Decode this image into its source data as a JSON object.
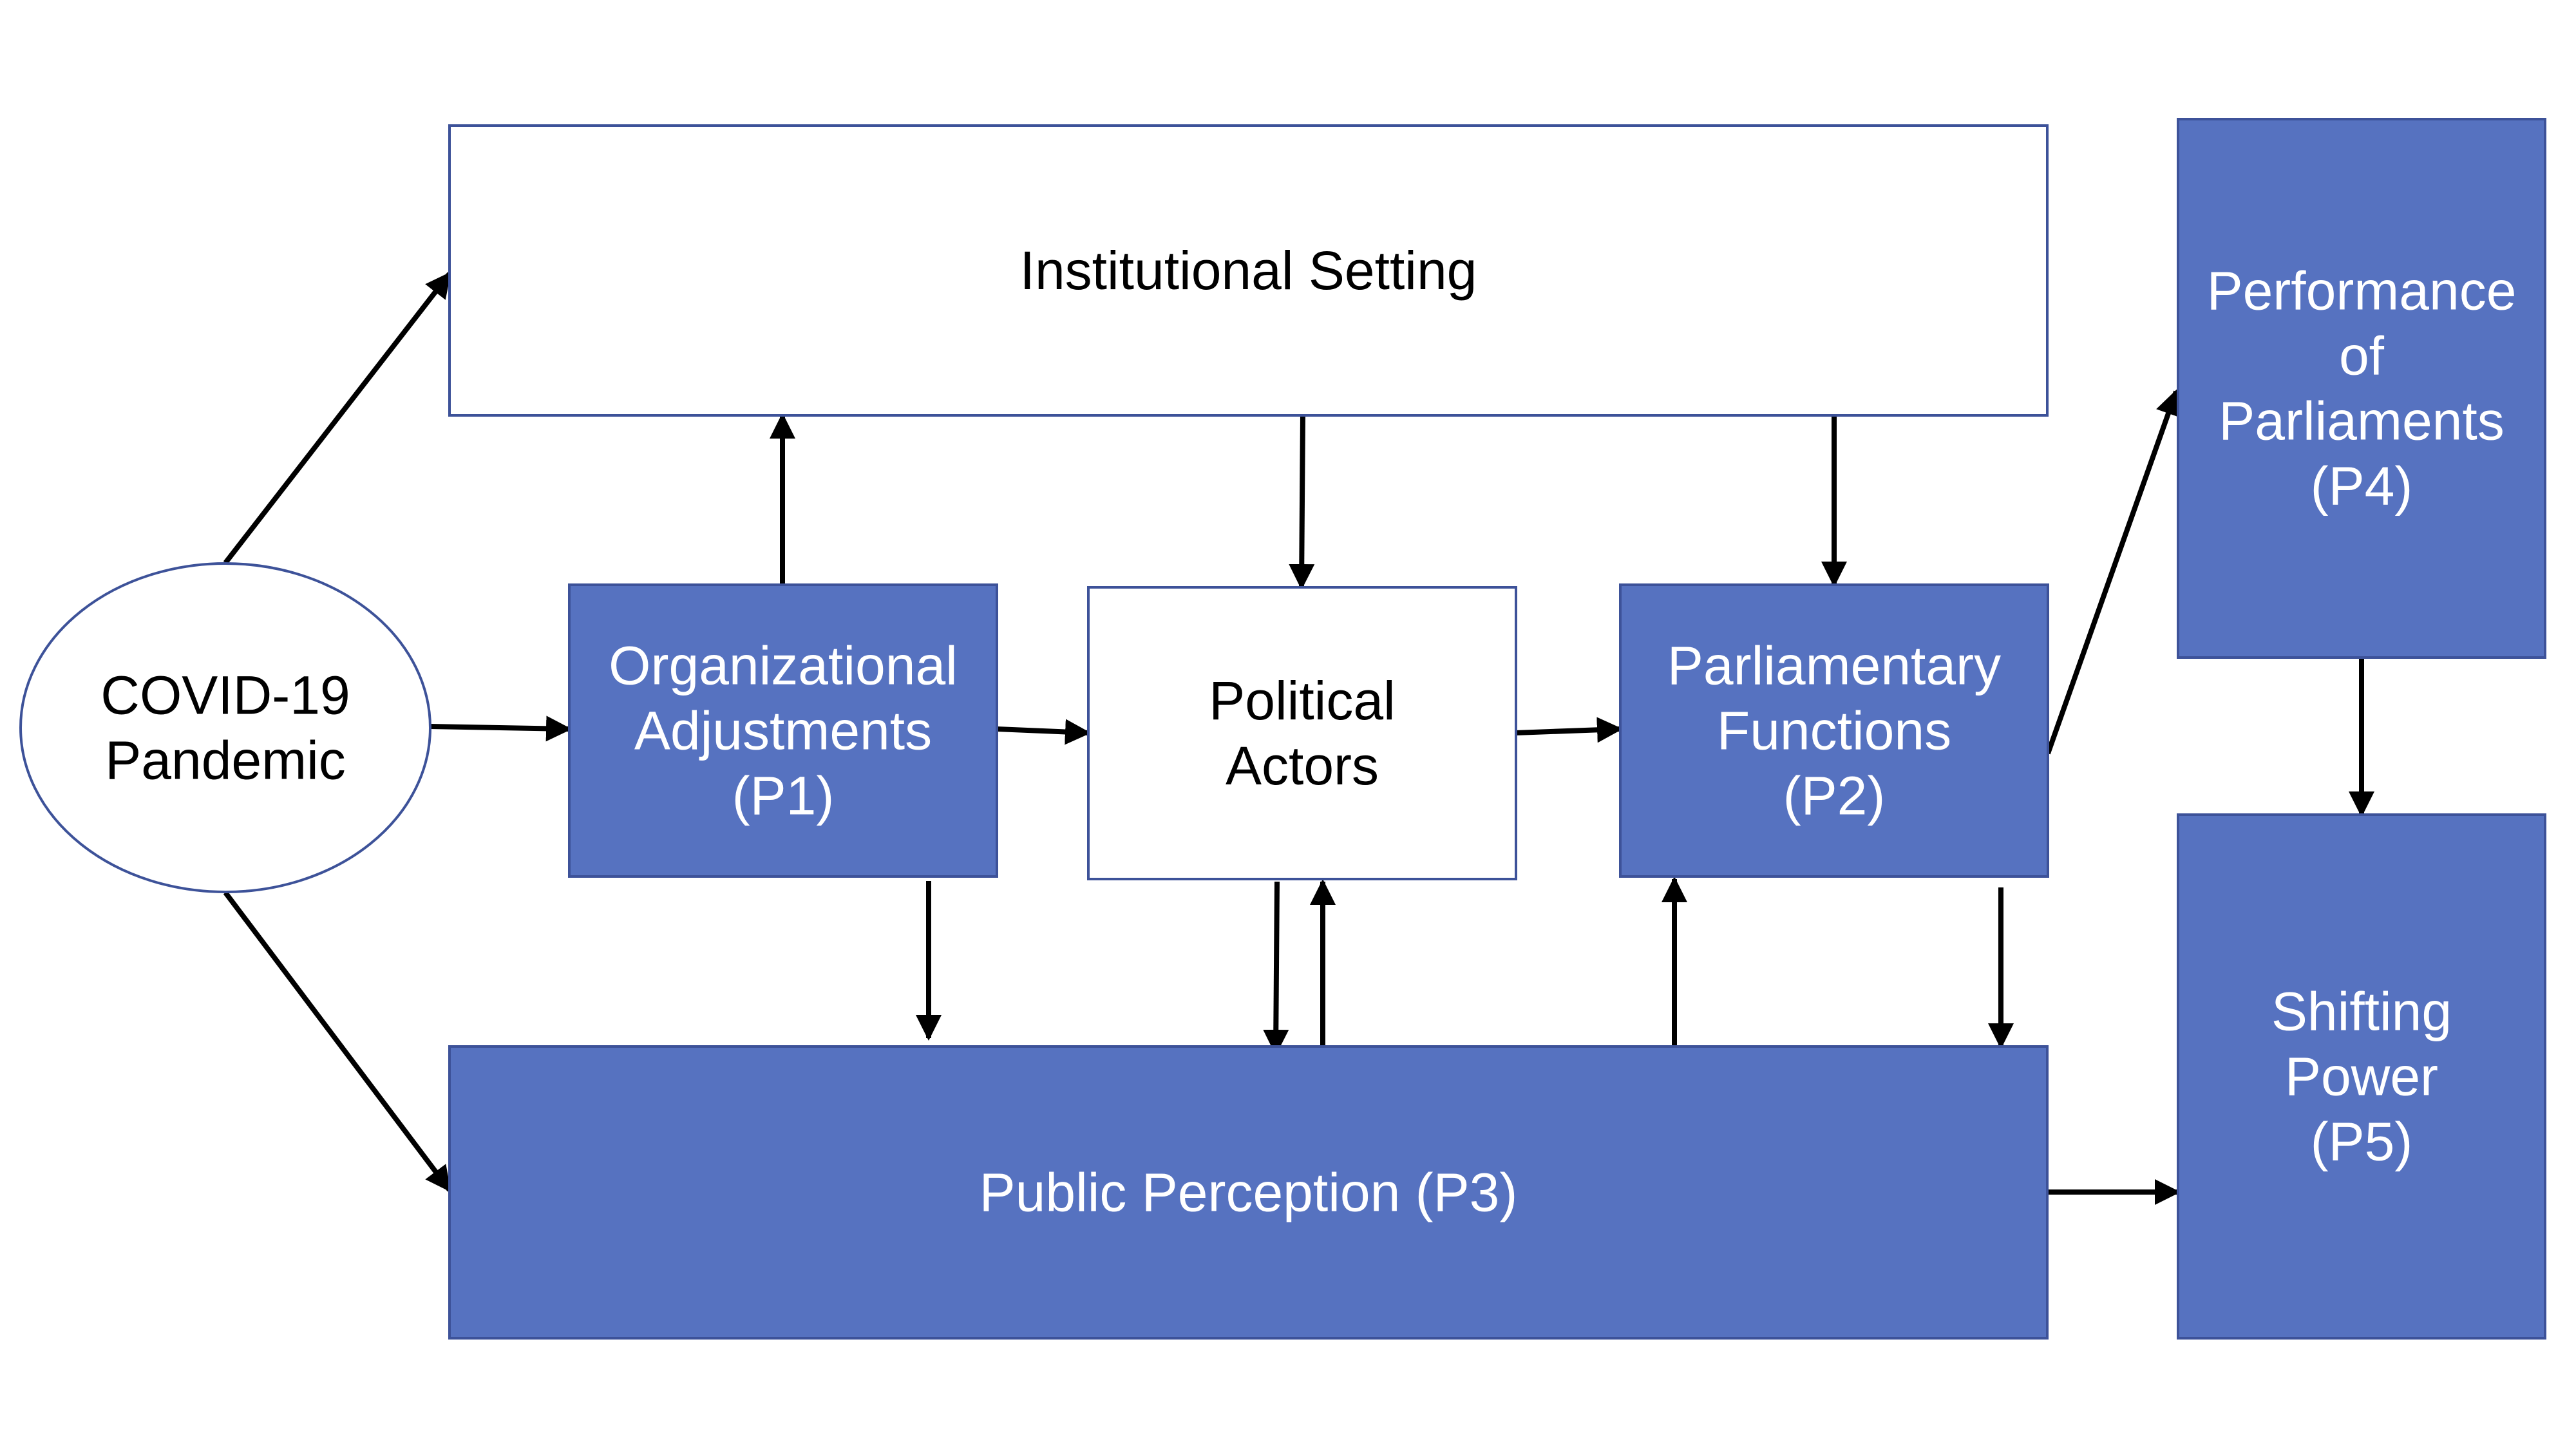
{
  "colors": {
    "blue_fill": "#5672c0",
    "blue_stroke": "#3d5299",
    "white_fill": "#ffffff",
    "outline": "#3d5299",
    "arrow": "#000000",
    "dark_text": "#000000",
    "light_text": "#ffffff"
  },
  "nodes": {
    "covid": {
      "lines": [
        "COVID-19",
        "Pandemic"
      ]
    },
    "institutional": {
      "lines": [
        "Institutional Setting"
      ]
    },
    "org": {
      "lines": [
        "Organizational",
        "Adjustments",
        "(P1)"
      ]
    },
    "political": {
      "lines": [
        "Political",
        "Actors"
      ]
    },
    "functions": {
      "lines": [
        "Parliamentary",
        "Functions",
        "(P2)"
      ]
    },
    "performance": {
      "lines": [
        "Performance",
        "of",
        "Parliaments",
        "(P4)"
      ]
    },
    "public": {
      "lines": [
        "Public Perception (P3)"
      ]
    },
    "shifting": {
      "lines": [
        "Shifting",
        "Power",
        "(P5)"
      ]
    }
  },
  "edges": [
    {
      "from": "covid",
      "to": "institutional"
    },
    {
      "from": "covid",
      "to": "org"
    },
    {
      "from": "covid",
      "to": "public"
    },
    {
      "from": "org",
      "to": "institutional"
    },
    {
      "from": "org",
      "to": "political"
    },
    {
      "from": "org",
      "to": "public"
    },
    {
      "from": "institutional",
      "to": "political"
    },
    {
      "from": "institutional",
      "to": "functions"
    },
    {
      "from": "political",
      "to": "functions"
    },
    {
      "from": "political",
      "to": "public"
    },
    {
      "from": "public",
      "to": "political"
    },
    {
      "from": "public",
      "to": "functions"
    },
    {
      "from": "functions",
      "to": "public"
    },
    {
      "from": "functions",
      "to": "performance"
    },
    {
      "from": "performance",
      "to": "shifting"
    },
    {
      "from": "public",
      "to": "shifting"
    }
  ]
}
